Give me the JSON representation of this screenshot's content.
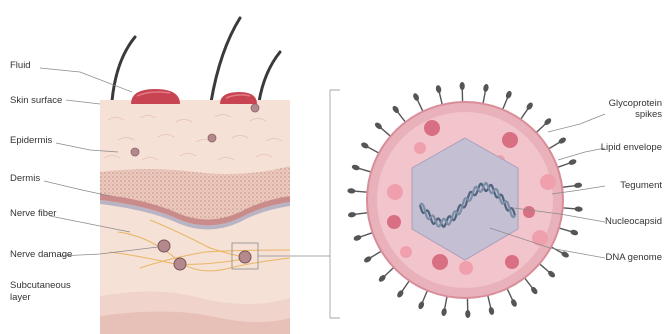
{
  "skin_labels": {
    "fluid": "Fluid",
    "skin_surface": "Skin surface",
    "epidermis": "Epidermis",
    "dermis": "Dermis",
    "nerve_fiber": "Nerve fiber",
    "nerve_damage": "Nerve damage",
    "subcutaneous_line1": "Subcutaneous",
    "subcutaneous_line2": "layer"
  },
  "virus_labels": {
    "glycoprotein_line1": "Glycoprotein",
    "glycoprotein_line2": "spikes",
    "lipid_envelope": "Lipid envelope",
    "tegument": "Tegument",
    "nucleocapsid": "Nucleocapsid",
    "dna_genome": "DNA genome"
  },
  "colors": {
    "skin_top": "#f6e1d6",
    "dermis_texture": "#dcb3a6",
    "dermis_band": "#c98c8a",
    "subcutaneous": "#f1d9d3",
    "blister": "#c94452",
    "hair": "#3a3a3a",
    "virus_envelope": "#e9b2bb",
    "virus_tegument": "#f4c9cf",
    "nucleocapsid": "#c5bfd3",
    "dna": "#5a6e86",
    "spike": "#555555"
  }
}
